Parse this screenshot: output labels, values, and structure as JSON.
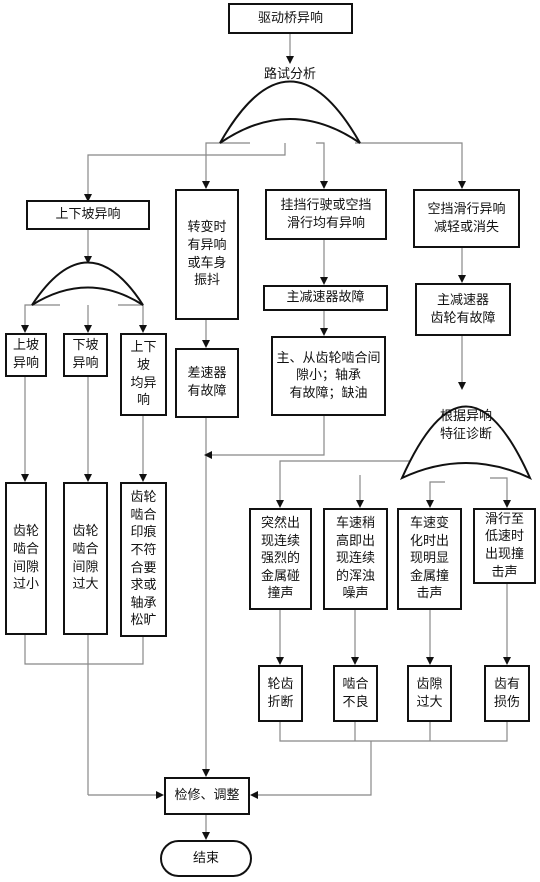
{
  "title": "驱动桥异响",
  "road_test": "路试分析",
  "slope_noise": "上下坡异响",
  "turn_noise": "转变时\n有异响\n或车身\n振抖",
  "gear_noise": "挂挡行驶或空挡\n滑行均有异响",
  "coast_noise": "空挡滑行异响\n减轻或消失",
  "uphill": "上坡\n异响",
  "downhill": "下坡\n异响",
  "both_slope": "上下坡\n均异响",
  "diff_fault": "差速器\n有故障",
  "reducer_fault": "主减速器故障",
  "reducer_detail": "主、从齿轮啮合间\n隙小；轴承\n有故障；缺油",
  "reducer_gear_fault": "主减速器\n齿轮有故障",
  "diagnose": "根据异响\n特征诊断",
  "gap_small": "齿轮\n啮合\n间隙\n过小",
  "gap_large": "齿轮\n啮合\n间隙\n过大",
  "mesh_mark": "齿轮\n啮合\n印痕\n不符\n合要\n求或\n轴承\n松旷",
  "sym1": "突然出\n现连续\n强烈的\n金属碰\n撞声",
  "sym2": "车速稍\n高即出\n现连续\n的浑浊\n噪声",
  "sym3": "车速变\n化时出\n现明显\n金属撞\n击声",
  "sym4": "滑行至\n低速时\n出现撞\n击声",
  "res1": "轮齿\n折断",
  "res2": "啮合\n不良",
  "res3": "齿隙\n过大",
  "res4": "齿有\n损伤",
  "repair": "检修、调整",
  "end": "结束"
}
